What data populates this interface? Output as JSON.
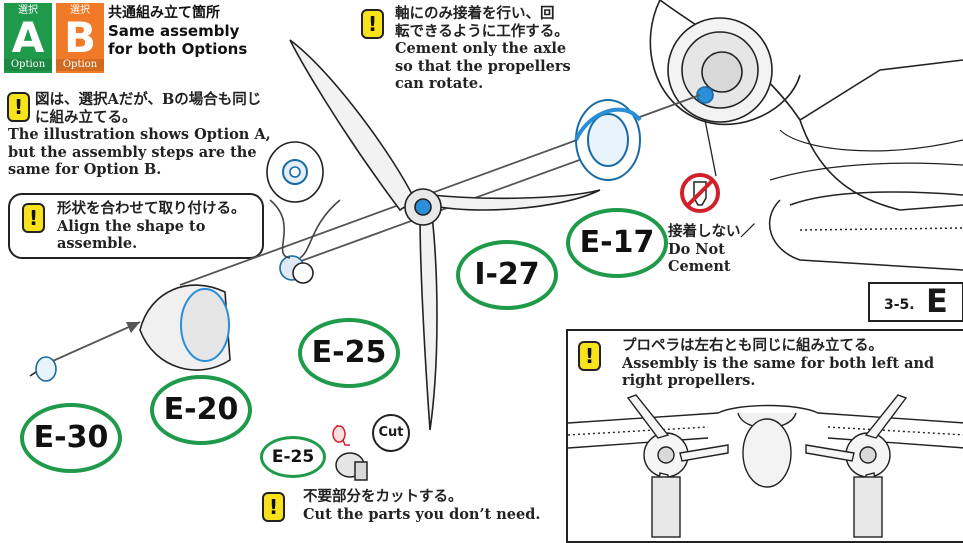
{
  "options": {
    "a": {
      "top": "選択",
      "letter": "A",
      "bottom": "Option",
      "color": "#1f9a4b"
    },
    "b": {
      "top": "選択",
      "letter": "B",
      "bottom": "Option",
      "color": "#f07a27"
    }
  },
  "header": {
    "jp": "共通組み立て箇所",
    "en_line1": "Same assembly",
    "en_line2": "for both Options"
  },
  "notes": {
    "illustration": {
      "jp_line1": "図は、選択Aだが、Bの場合も同じ",
      "jp_line2": "に組み立てる。",
      "en_line1": "The illustration shows Option A,",
      "en_line2": "but the assembly steps are the",
      "en_line3": "same for Option B."
    },
    "align": {
      "jp": "形状を合わせて取り付ける。",
      "en_line1": "Align the shape to",
      "en_line2": "assemble."
    },
    "axle": {
      "jp_line1": "軸にのみ接着を行い、回",
      "jp_line2": "転できるように工作する。",
      "en_line1": "Cement only the axle",
      "en_line2": "so that the propellers",
      "en_line3": "can rotate."
    },
    "cut": {
      "jp": "不要部分をカットする。",
      "en": "Cut the parts you don’t need."
    },
    "propeller": {
      "jp": "プロペラは左右とも同じに組み立てる。",
      "en_line1": "Assembly is the same for both left and",
      "en_line2": "right propellers."
    },
    "no_cement": {
      "jp": "接着しない／",
      "en_line1": "Do Not",
      "en_line2": "Cement"
    }
  },
  "part_labels": {
    "e30": "E-30",
    "e20": "E-20",
    "e25": "E-25",
    "i27": "I-27",
    "e17": "E-17",
    "e25_small": "E-25"
  },
  "cut_badge": "Cut",
  "sprue": {
    "number": "3-5.",
    "letter": "E"
  },
  "colors": {
    "accent_green": "#1f9a4b",
    "accent_orange": "#f07a27",
    "warning_yellow": "#f7e21b",
    "part_blue": "#2a8fd6",
    "no_red": "#d0202a"
  }
}
